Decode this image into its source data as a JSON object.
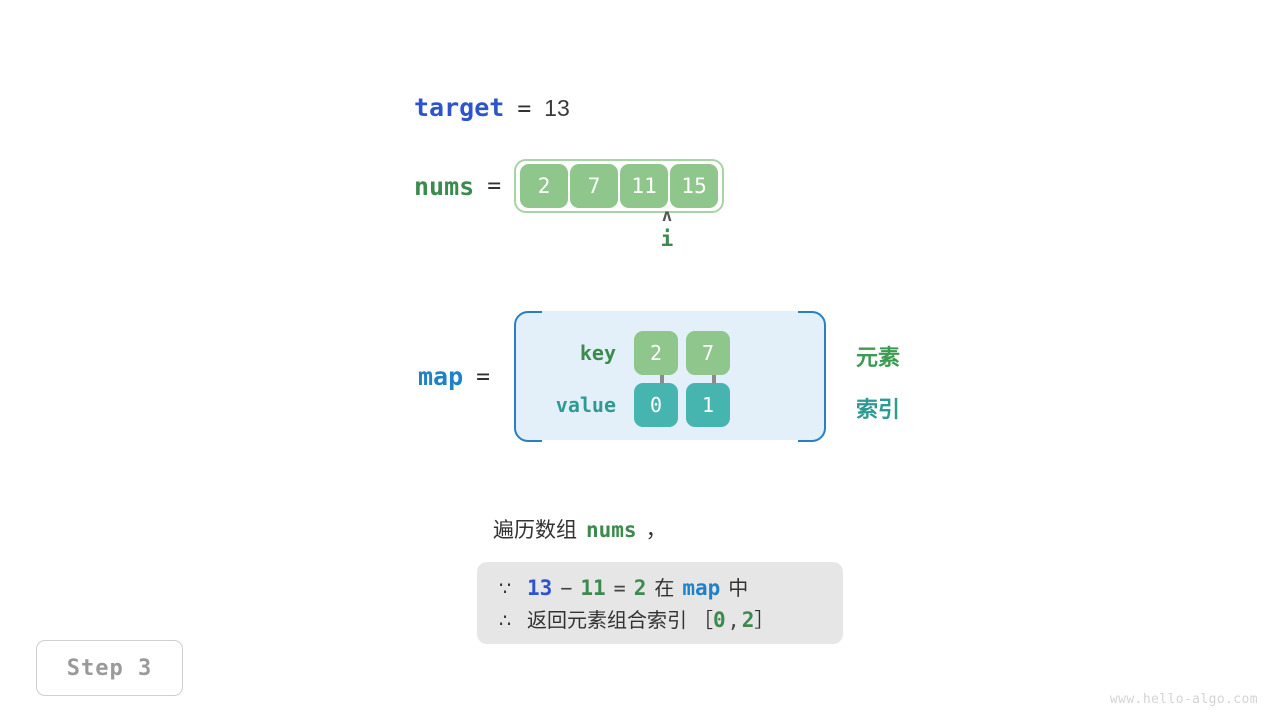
{
  "target": {
    "name": "target",
    "eq": "=",
    "value": "13"
  },
  "nums": {
    "name": "nums",
    "eq": "=",
    "cells": [
      "2",
      "7",
      "11",
      "15"
    ],
    "pointer": {
      "caret": "ʌ",
      "label": "i",
      "index": 2
    }
  },
  "map": {
    "name": "map",
    "eq": "=",
    "key_label": "key",
    "value_label": "value",
    "keys": [
      "2",
      "7"
    ],
    "values": [
      "0",
      "1"
    ],
    "side_labels": {
      "element": "元素",
      "index": "索引"
    }
  },
  "caption": {
    "prefix": "遍历数组",
    "code": "nums",
    "suffix": "，"
  },
  "formula": {
    "line1": {
      "sym": "∵",
      "a": "13",
      "minus": "−",
      "b": "11",
      "eq": "=",
      "c": "2",
      "cn_in": "在",
      "map": "map",
      "cn_mid": "中"
    },
    "line2": {
      "sym": "∴",
      "cn": "返回元素组合索引",
      "bracket_open": "［",
      "i0": "0",
      "comma": ",",
      "i1": "2",
      "bracket_close": "］"
    }
  },
  "step_badge": "Step 3",
  "watermark": "www.hello-algo.com",
  "colors": {
    "green_cell": "#8ec68c",
    "teal_cell": "#46b5b0",
    "map_border": "#2a7fc4",
    "map_fill": "#e3f0fa",
    "array_border": "#a8d3a4",
    "blue_var": "#2c54cc",
    "light_blue_var": "#1f82c8",
    "green_var": "#3c8a4e",
    "formula_bg": "#e6e6e6"
  }
}
